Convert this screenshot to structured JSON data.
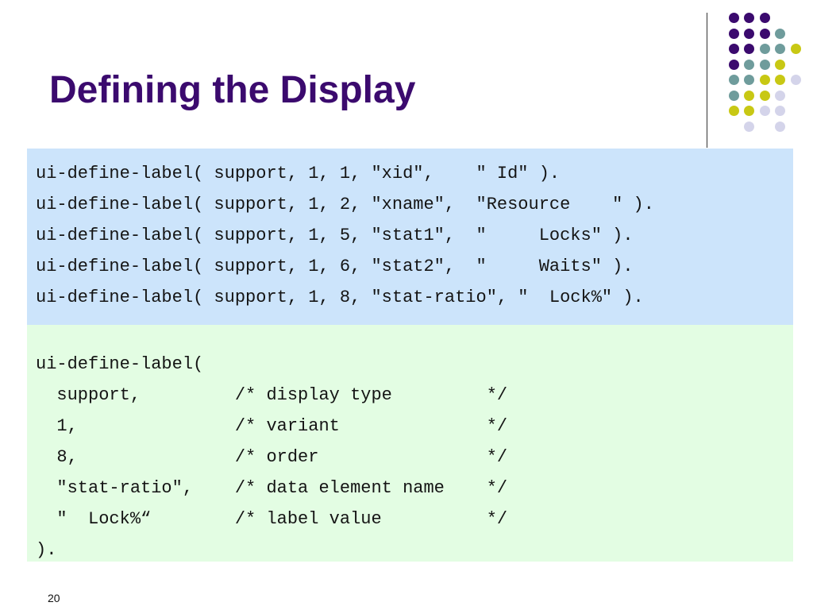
{
  "slide": {
    "title": "Defining the Display",
    "page_number": "20"
  },
  "code_blue": [
    "ui-define-label( support, 1, 1, \"xid\",    \" Id\" ).",
    "ui-define-label( support, 1, 2, \"xname\",  \"Resource    \" ).",
    "ui-define-label( support, 1, 5, \"stat1\",  \"     Locks\" ).",
    "ui-define-label( support, 1, 6, \"stat2\",  \"     Waits\" ).",
    "ui-define-label( support, 1, 8, \"stat-ratio\", \"  Lock%\" )."
  ],
  "code_green": [
    "ui-define-label(",
    "  support,         /* display type         */",
    "  1,               /* variant              */",
    "  8,               /* order                */",
    "  \"stat-ratio\",    /* data element name    */",
    "  \"  Lock%“        /* label value          */",
    ")."
  ],
  "colors": {
    "title": "#3b0a6e",
    "purple_dot": "#3b0a6e",
    "teal_dot": "#6f9c9c",
    "yellow_dot": "#c8c814",
    "lavender_dot": "#d4d4ea",
    "blue_block": "#cce4fb",
    "green_block": "#e3fde3"
  },
  "decoration": {
    "dot_grid": [
      [
        "",
        "purple",
        "purple",
        "purple",
        "",
        ""
      ],
      [
        "",
        "purple",
        "purple",
        "purple",
        "teal",
        ""
      ],
      [
        "",
        "purple",
        "purple",
        "teal",
        "teal",
        "yellow"
      ],
      [
        "",
        "purple",
        "teal",
        "teal",
        "yellow",
        ""
      ],
      [
        "",
        "teal",
        "teal",
        "yellow",
        "yellow",
        "lavender"
      ],
      [
        "",
        "teal",
        "yellow",
        "yellow",
        "lavender",
        ""
      ],
      [
        "",
        "yellow",
        "yellow",
        "lavender",
        "lavender",
        ""
      ],
      [
        "",
        "",
        "lavender",
        "",
        "lavender",
        ""
      ]
    ]
  }
}
